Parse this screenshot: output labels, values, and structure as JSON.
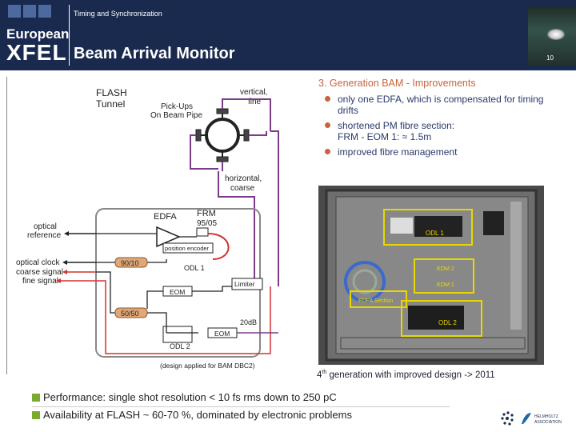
{
  "header": {
    "section": "Timing and Synchronization",
    "title": "Beam Arrival Monitor",
    "page_number": "10",
    "logo_line1": "European",
    "logo_line2": "XFEL"
  },
  "diagram": {
    "tunnel_label_1": "FLASH",
    "tunnel_label_2": "Tunnel",
    "pickups_1": "Pick-Ups",
    "pickups_2": "On Beam Pipe",
    "vertical_1": "vertical,",
    "vertical_2": "fine",
    "horizontal_1": "horizontal,",
    "horizontal_2": "coarse",
    "optical_reference_1": "optical",
    "optical_reference_2": "reference",
    "optical_clock": "optical clock",
    "coarse_signal": "coarse signal",
    "fine_signal": "fine signal",
    "edfa": "EDFA",
    "frm_1": "FRM",
    "frm_2": "95/05",
    "position_encoder": "position encoder",
    "odl1": "ODL 1",
    "splitter_90": "90/10",
    "splitter_50": "50/50",
    "eom": "EOM",
    "limiter": "Limiter",
    "db20": "20dB",
    "odl2": "ODL 2",
    "design_note": "(design applied for BAM DBC2)"
  },
  "improvements": {
    "heading": "3. Generation BAM - Improvements",
    "items": [
      "only one EDFA, which is compensated for timing drifts",
      "shortened PM fibre section:",
      "improved fibre management"
    ],
    "formula": "FRM - EOM 1: ≈ 1.5m"
  },
  "photo": {
    "odl1": "ODL 1",
    "odl2": "ODL 2",
    "eom1": "EOM 1",
    "eom2": "EOM 2",
    "edfa_section": "EDFA Section"
  },
  "caption": {
    "prefix": "4",
    "sup": "th",
    "rest": " generation with improved design -> 2011"
  },
  "bullets": [
    "Performance: single shot resolution < 10 fs rms down to 250 pC",
    "Availability at FLASH ~ 60-70 %, dominated by electronic problems"
  ],
  "footer": {
    "partner_1": "HELMHOLTZ",
    "partner_2": "ASSOCIATION"
  },
  "colors": {
    "header_bg": "#1a2a4e",
    "bullet_green": "#7aab2f",
    "accent_orange": "#c8643c",
    "signal_red": "#d23232",
    "fibre_purple": "#7b3a8a",
    "photo_yellow": "#e8d800"
  }
}
